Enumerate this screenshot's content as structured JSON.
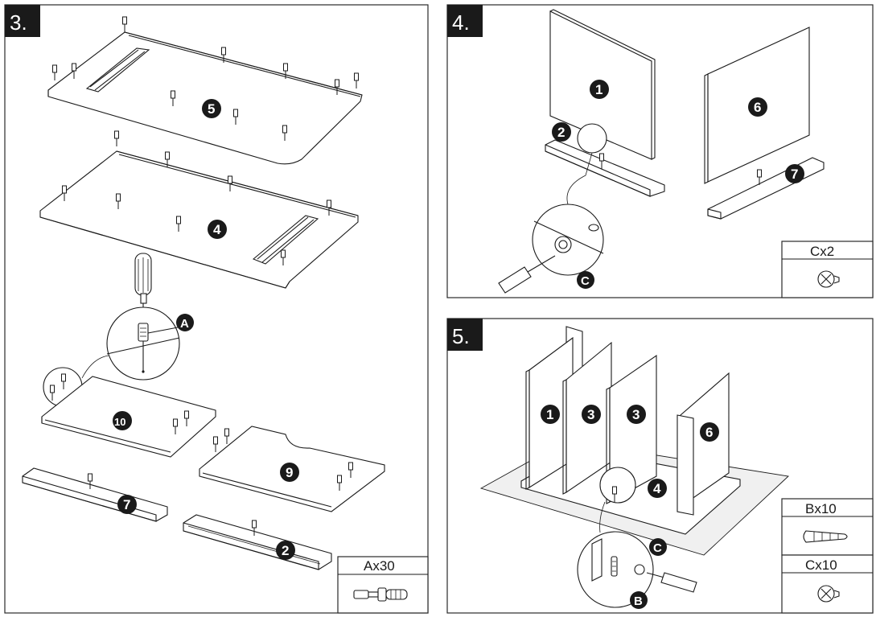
{
  "steps": [
    {
      "number": "3."
    },
    {
      "number": "4."
    },
    {
      "number": "5."
    }
  ],
  "step3": {
    "parts": [
      "5",
      "4",
      "10",
      "9",
      "7",
      "2"
    ],
    "callout": "A",
    "hardware": {
      "label": "Ax30",
      "icon": "dowel-pin-icon"
    }
  },
  "step4": {
    "parts": [
      "1",
      "2",
      "6",
      "7"
    ],
    "callout": "C",
    "hardware": {
      "label": "Cx2",
      "icon": "cam-lock-icon"
    }
  },
  "step5": {
    "parts": [
      "1",
      "3",
      "3",
      "6",
      "4"
    ],
    "callouts": [
      "C",
      "B"
    ],
    "hardware": [
      {
        "label": "Bx10",
        "icon": "wood-dowel-icon"
      },
      {
        "label": "Cx10",
        "icon": "cam-lock-icon"
      }
    ]
  }
}
